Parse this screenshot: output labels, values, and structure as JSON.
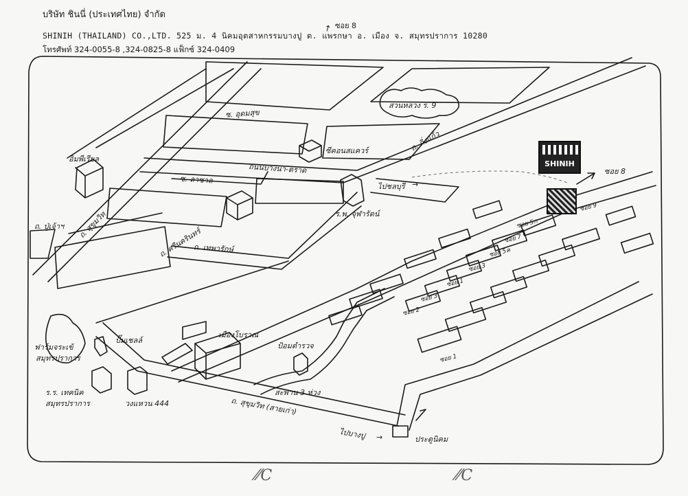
{
  "header": {
    "company_th": "บริษัท  ชินนี่ (ประเทศไทย) จำกัด",
    "company_en": "SHINIH (THAILAND) CO.,LTD.  525 ม. 4  นิคมอุตสาหกรรมบางปู  ต. แพรกษา อ. เมือง  จ. สมุทรปราการ  10280",
    "phone": "โทรศัพท์ 324-0055-8 ,324-0825-8    แฟ็กซ์ 324-0409",
    "soi_top": "ซอย 8"
  },
  "logo_text": "SHINIH",
  "labels": [
    {
      "id": "road-chalermsuk",
      "text": "ซ. อุดมสุข"
    },
    {
      "id": "suan-luang",
      "text": "สวนหลวง ร. 9"
    },
    {
      "id": "road-kingkaew",
      "text": "ถ. กิ่งแก้ว"
    },
    {
      "id": "seacon",
      "text": "ซีคอนสแควร์"
    },
    {
      "id": "bangna-trad",
      "text": "ถนนบางนา-ตราด"
    },
    {
      "id": "to-chonburi",
      "text": "ไปชลบุรี"
    },
    {
      "id": "soi-8-right",
      "text": "ซอย 8"
    },
    {
      "id": "emporium",
      "text": "อิมพีเรียล"
    },
    {
      "id": "soi-lasalle",
      "text": "ซ. ลาซาล"
    },
    {
      "id": "chulalongkorn",
      "text": "ร.พ. จุฬารัตน์"
    },
    {
      "id": "road-srinakarin",
      "text": "ถ. ศรีนครินทร์"
    },
    {
      "id": "road-sukhumvit-top",
      "text": "ถ. สุขุมวิท"
    },
    {
      "id": "road-puchao",
      "text": "ถ. ปู่เจ้าฯ"
    },
    {
      "id": "road-thepharak",
      "text": "ถ. เทพารักษ์"
    },
    {
      "id": "muang-boran",
      "text": "เมืองโบราณ"
    },
    {
      "id": "crocodile-farm",
      "text": "ฟาร์มจระเข้"
    },
    {
      "id": "crocodile-farm-2",
      "text": "สมุทรปราการ"
    },
    {
      "id": "gas-station",
      "text": "ปั๊มเชลล์"
    },
    {
      "id": "pom",
      "text": "ป้อมตำรวจ"
    },
    {
      "id": "technic",
      "text": "ร.ร. เทคนิค"
    },
    {
      "id": "technic-2",
      "text": "สมุทรปราการ"
    },
    {
      "id": "wongwaen",
      "text": "วงแหวน 444"
    },
    {
      "id": "three-bridges",
      "text": "สะพาน 3 ห่วง"
    },
    {
      "id": "sukhumvit-old",
      "text": "ถ. สุขุมวิท (สายเก่า)"
    },
    {
      "id": "to-bangpu",
      "text": "ไปบางปู"
    },
    {
      "id": "pratu-nikom",
      "text": "ประตูนิคม"
    },
    {
      "id": "soi-9",
      "text": "ซอย 9"
    },
    {
      "id": "soi-5a",
      "text": "ซอย 5ก"
    },
    {
      "id": "soi-7",
      "text": "ซอย 7"
    },
    {
      "id": "soi-5c",
      "text": "ซอย 5ค"
    },
    {
      "id": "soi-3-5",
      "text": "ซอย 3"
    },
    {
      "id": "soi-1-mid",
      "text": "ซอย 1"
    },
    {
      "id": "soi-3",
      "text": "ซอย 3"
    },
    {
      "id": "soi-2",
      "text": "ซอย 2"
    },
    {
      "id": "soi-1",
      "text": "ซอย 1"
    }
  ],
  "colors": {
    "ink": "#1a1a1a",
    "paper": "#f7f7f5"
  }
}
